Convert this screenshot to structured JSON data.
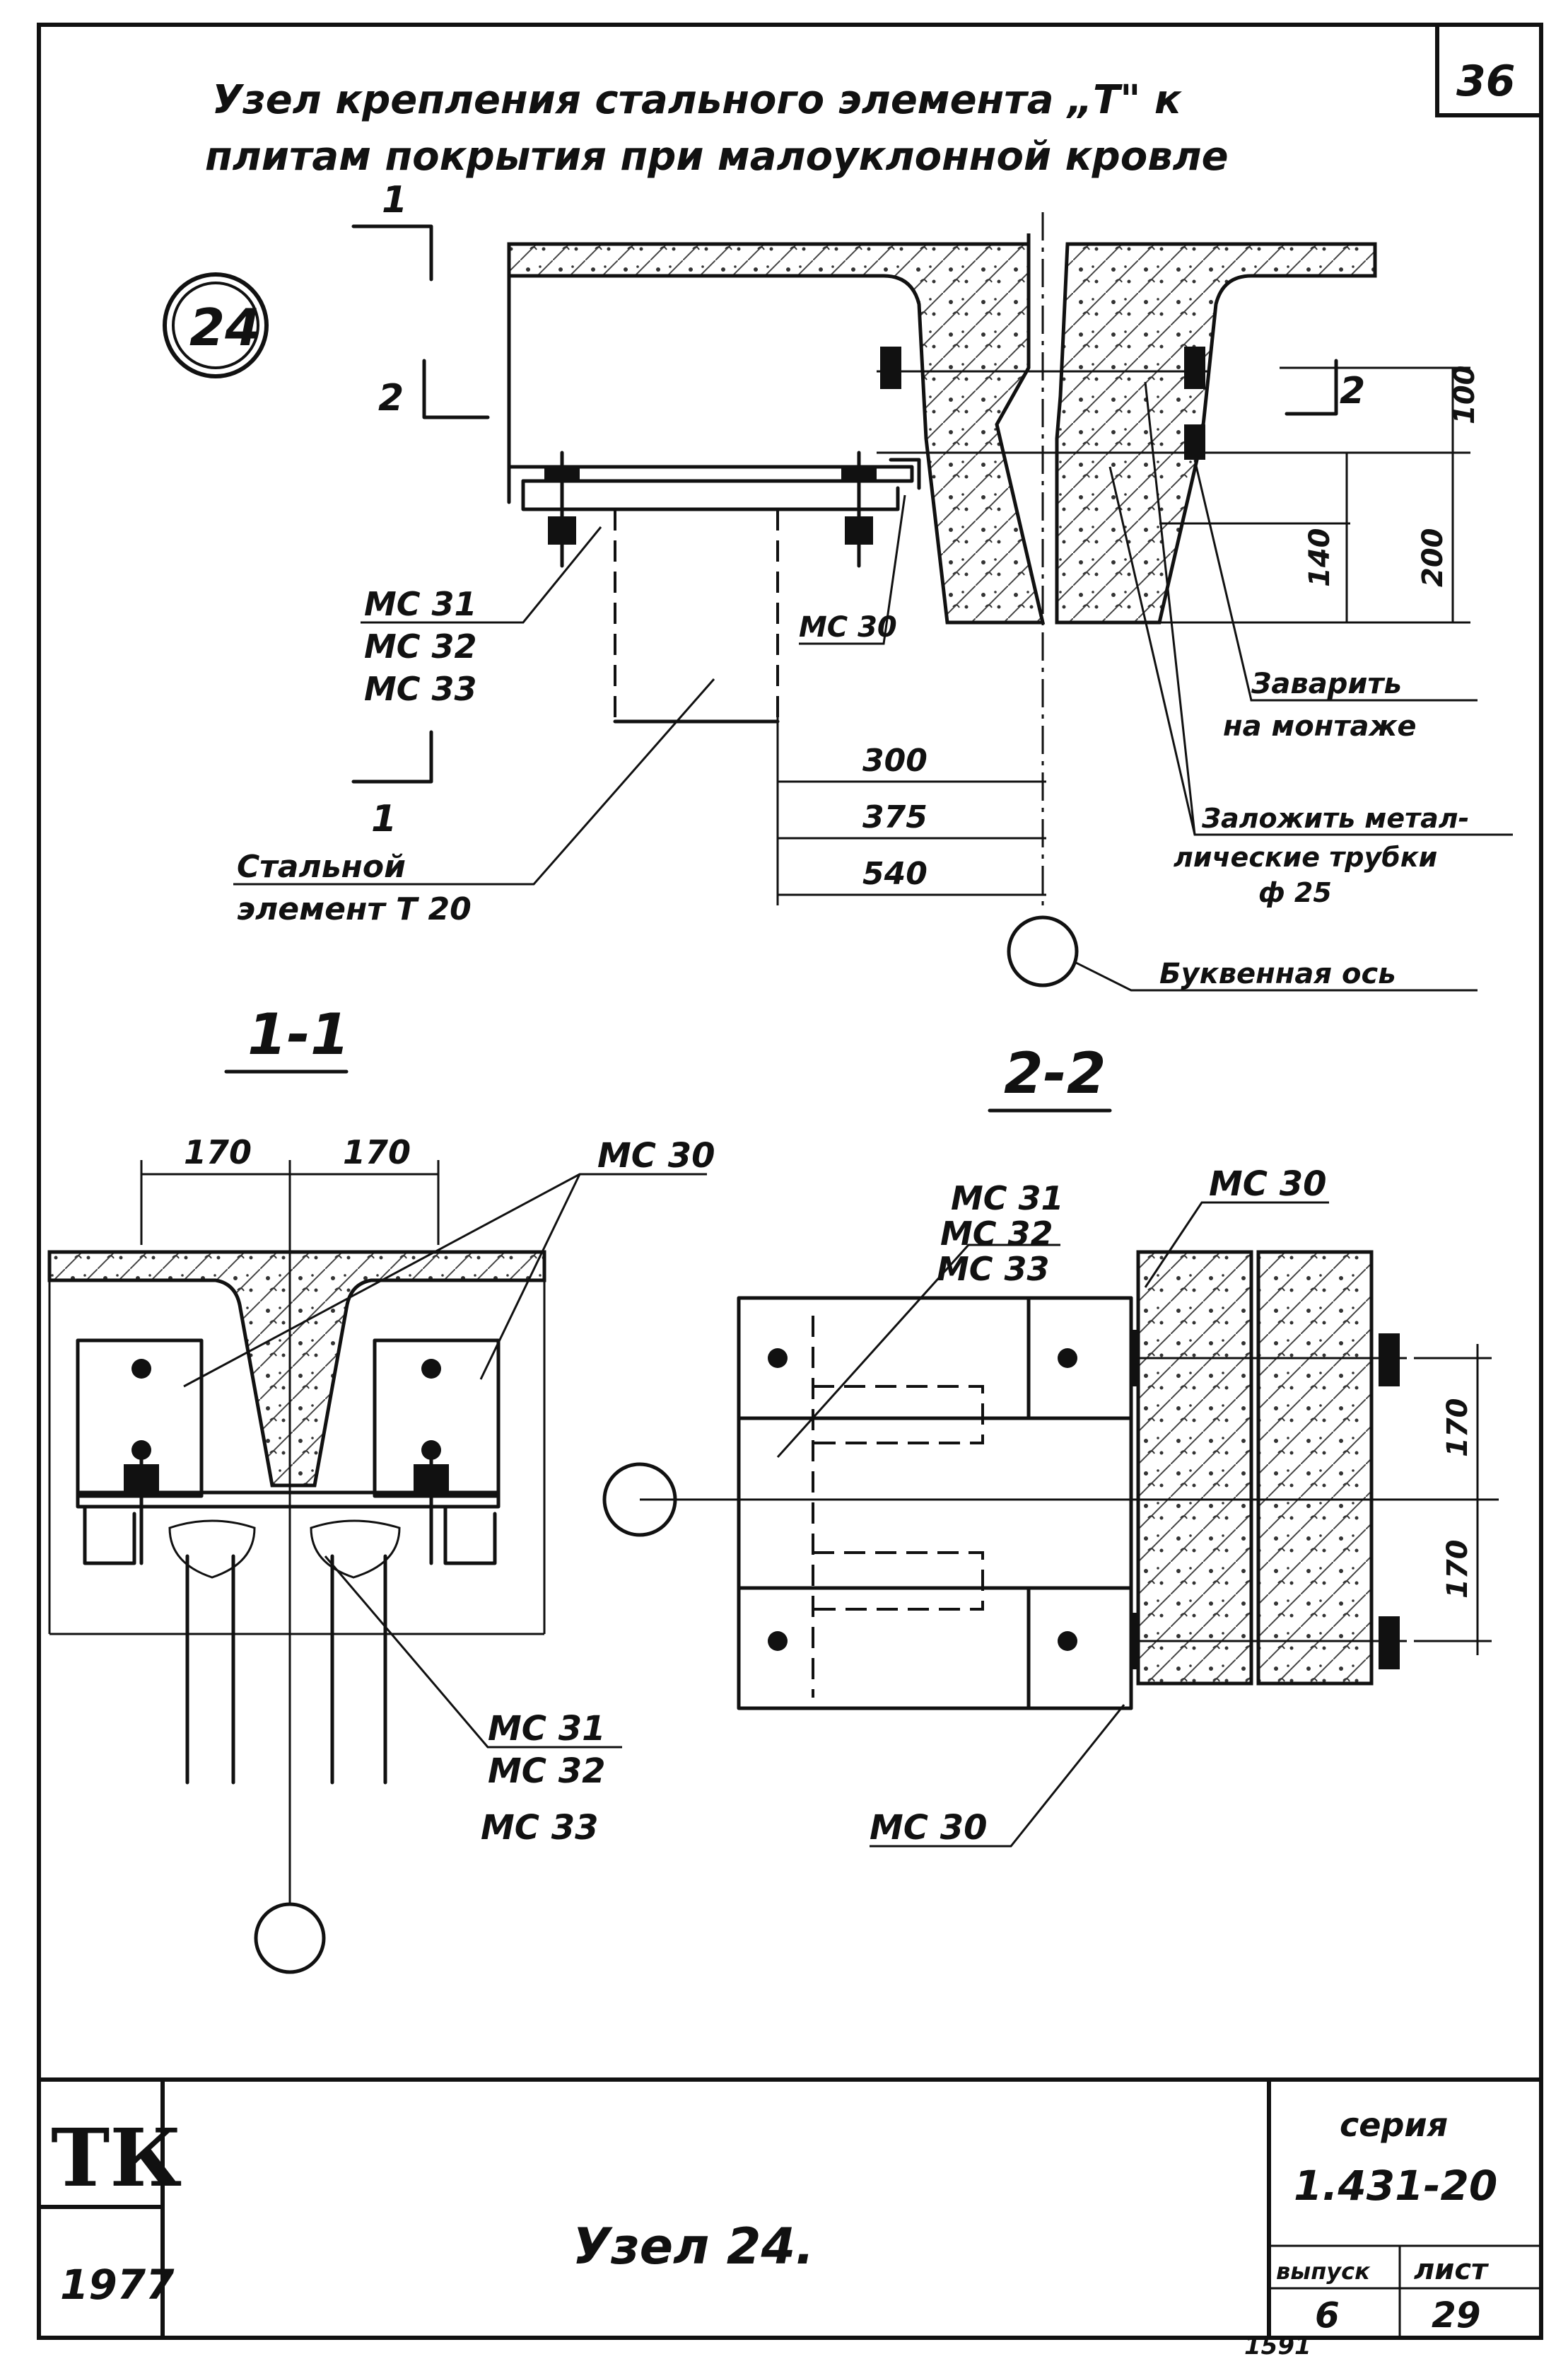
{
  "page_number": "36",
  "title_line1": "Узел крепления стального элемента „Т\" к",
  "title_line2": "плитам покрытия при малоуклонной кровле",
  "node_badge": "24",
  "section_marks": {
    "s1": "1",
    "s2": "2"
  },
  "labels": {
    "mc_31": "МС 31",
    "mc_32": "МС 32",
    "mc_33": "МС 33",
    "mc_30": "МС 30",
    "weld_line1": "Заварить",
    "weld_line2": "на монтаже",
    "tubes_line1": "Заложить метал-",
    "tubes_line2": "лические трубки",
    "tubes_line3": "ф 25",
    "axis": "Буквенная ось",
    "steel_line1": "Стальной",
    "steel_line2": "элемент Т 20"
  },
  "dimensions": {
    "d300": "300",
    "d375": "375",
    "d540": "540",
    "d100": "100",
    "d140": "140",
    "d200": "200",
    "d170": "170"
  },
  "views": {
    "section_1_1": "1-1",
    "section_2_2": "2-2"
  },
  "title_block": {
    "logo": "ТК",
    "year": "1977",
    "name": "Узел 24.",
    "series_label": "серия",
    "series_value": "1.431-20",
    "issue_label": "выпуск",
    "sheet_label": "лист",
    "issue_value": "6",
    "sheet_value": "29",
    "archive_number": "1591"
  }
}
